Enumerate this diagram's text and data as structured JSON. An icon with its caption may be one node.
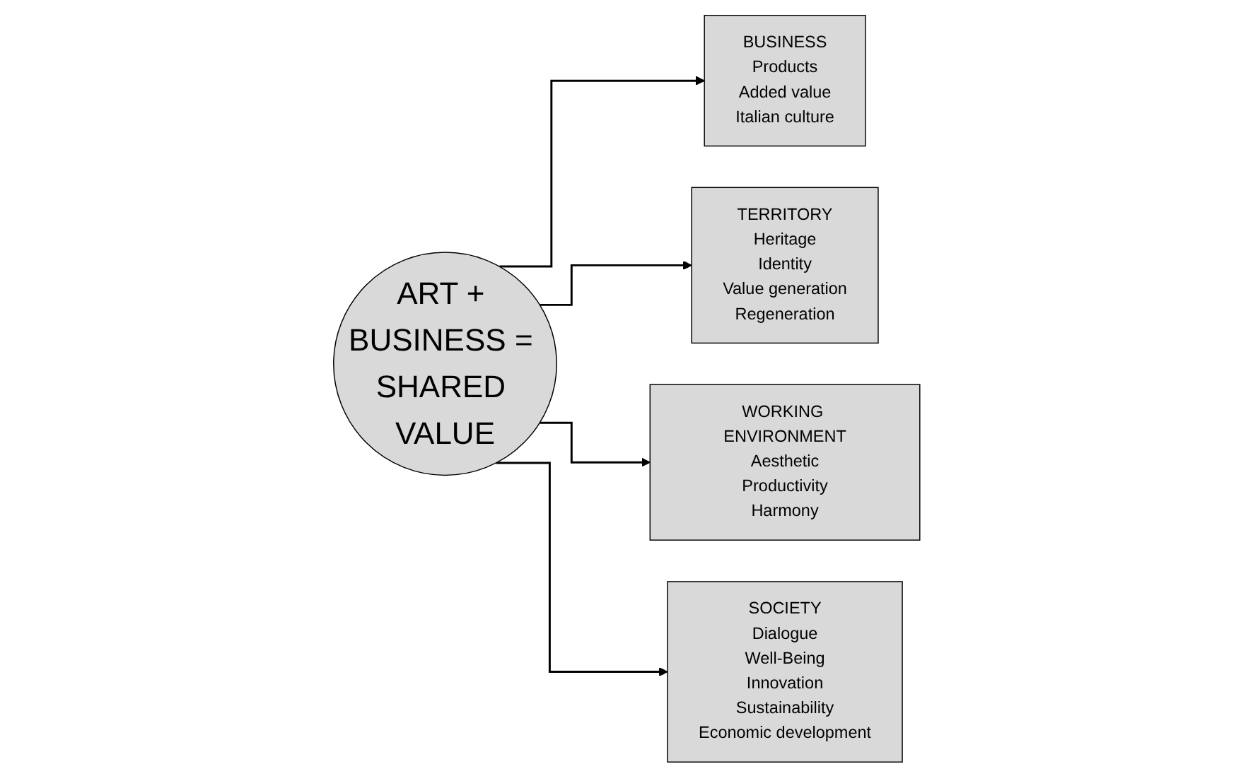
{
  "diagram": {
    "nodes": [
      {
        "text": [
          "BUSINESS",
          "Products",
          "Added value",
          "Italian culture"
        ]
      },
      {
        "text": [
          "TERRITORY",
          "Heritage",
          "Identity",
          "Value generation",
          "Regeneration"
        ]
      },
      {
        "text": [
          "ART + BUSINESS = SHARED VALUE"
        ]
      },
      {
        "text": [
          "WORKING ENVIRONMENT",
          "Aesthetic",
          "Productivity",
          "Harmony"
        ]
      },
      {
        "text": [
          "SOCIETY",
          "Dialogue",
          "Well-Being",
          "Innovation",
          "Sustainability",
          "Economic development"
        ]
      }
    ],
    "edges": [
      {
        "from": 2,
        "to": 0,
        "arrow": "to"
      },
      {
        "from": 2,
        "to": 1,
        "arrow": "to"
      },
      {
        "from": 2,
        "to": 3,
        "arrow": "to"
      },
      {
        "from": 2,
        "to": 4,
        "arrow": "to"
      }
    ]
  }
}
